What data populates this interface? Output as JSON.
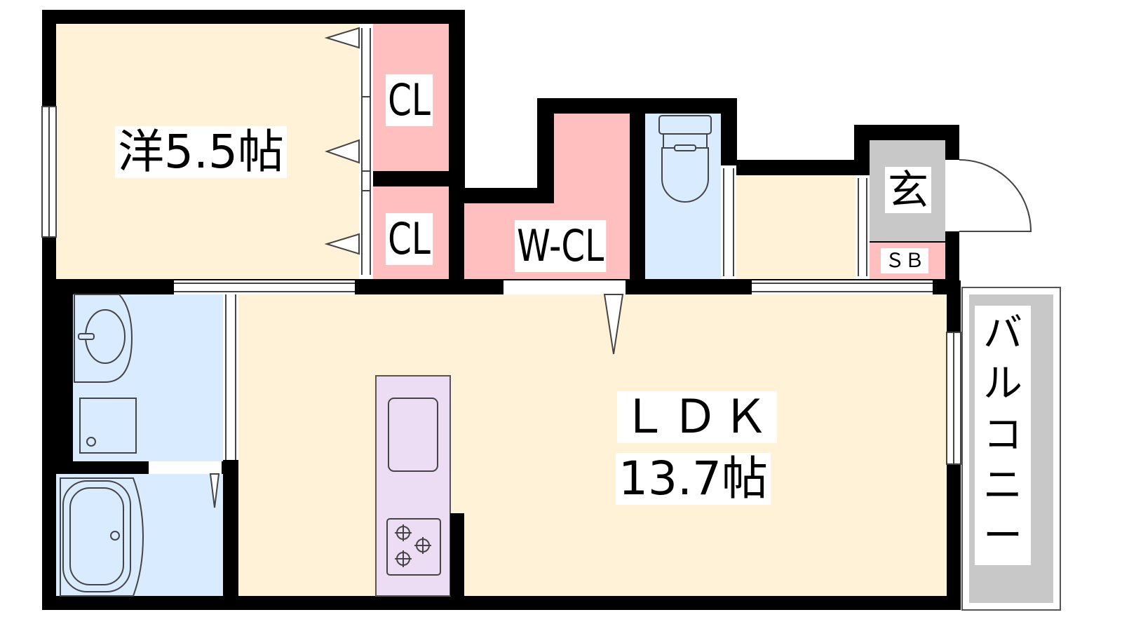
{
  "plan": {
    "rooms": {
      "western_room": {
        "name": "洋5.5帖"
      },
      "closet_upper": {
        "name": "CL"
      },
      "closet_lower": {
        "name": "CL"
      },
      "walk_in_closet": {
        "name": "W-CL"
      },
      "entrance": {
        "name": "玄"
      },
      "shoe_box": {
        "name": "ＳＢ"
      },
      "ldk": {
        "name": "ＬＤＫ",
        "size": "13.7帖"
      },
      "balcony": {
        "name": "バルコニー",
        "chars": [
          "バ",
          "ル",
          "コ",
          "ニ",
          "ー"
        ]
      }
    },
    "colors": {
      "wall": "#000000",
      "room": "#fff2d6",
      "closet": "#ffbfbf",
      "wet_area": "#d9ebff",
      "entrance": "#c8c8c8",
      "kitchen": "#ecdcf4",
      "balcony": "#c8c8c8"
    }
  }
}
